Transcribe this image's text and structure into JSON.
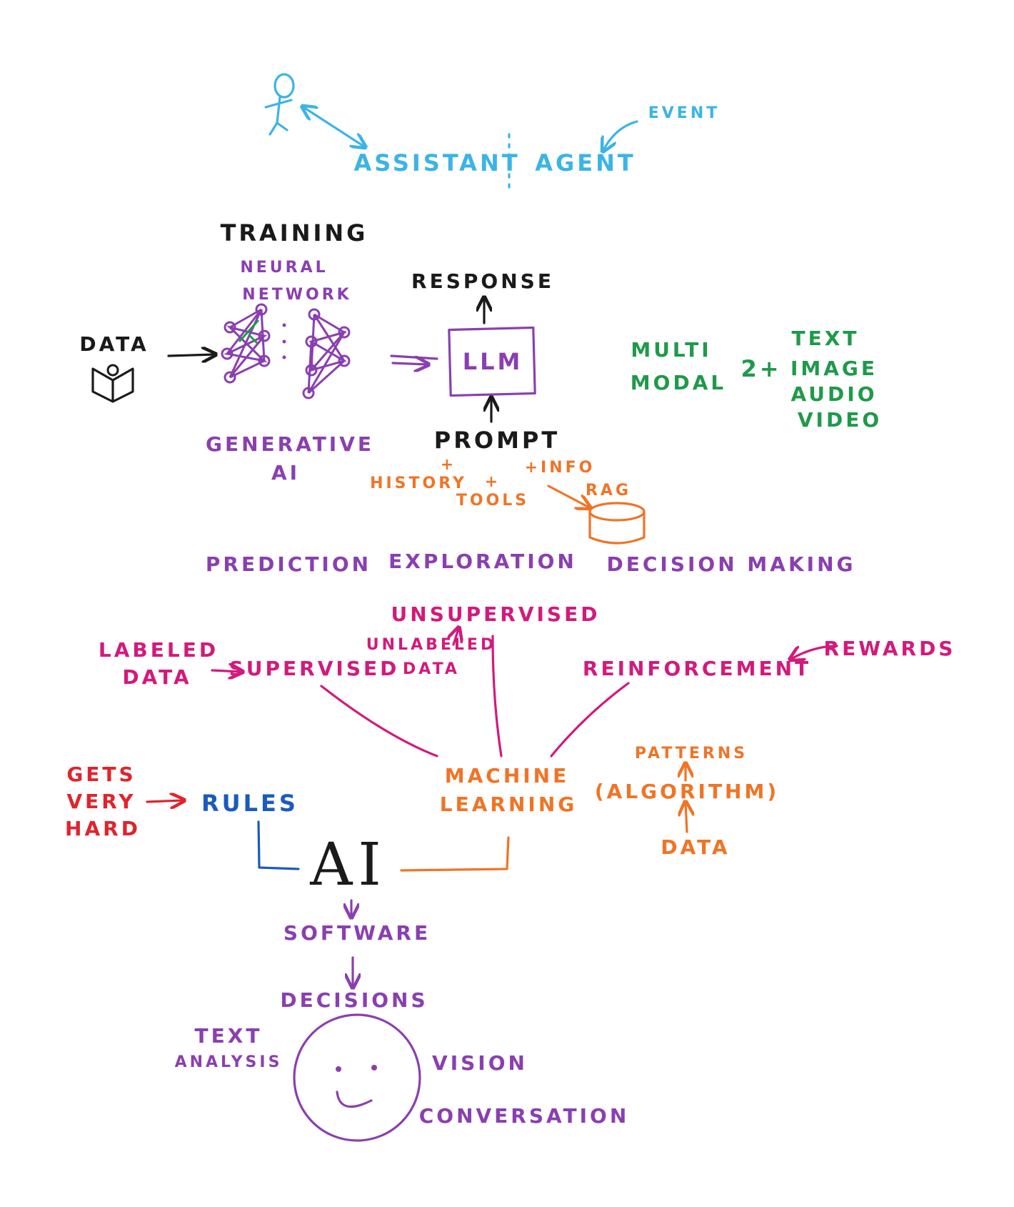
{
  "colors": {
    "cyan": "#3bb4e6",
    "black": "#1a1a1a",
    "purple": "#8a3fb0",
    "green": "#1f9a4a",
    "orange": "#f07426",
    "pink": "#d21a7c",
    "red": "#e0242d",
    "blue": "#1a5bbf"
  },
  "icons": [
    "person-icon",
    "book-icon",
    "neural-network-icon",
    "database-icon",
    "smiley-face-icon"
  ],
  "agents": {
    "assistant": "ASSISTANT",
    "agent": "AGENT",
    "event": "EVENT"
  },
  "genai": {
    "training": "TRAINING",
    "neural": "NEURAL",
    "network": "NETWORK",
    "data": "DATA",
    "generative": "GENERATIVE",
    "ai": "AI",
    "response": "RESPONSE",
    "llm": "LLM",
    "prompt": "PROMPT",
    "history": "HISTORY",
    "history_plus": "+",
    "tools_plus": "+",
    "tools": "TOOLS",
    "info": "+INFO",
    "rag": "RAG"
  },
  "multimodal": {
    "multi": "MULTI",
    "modal": "MODAL",
    "count": "2+",
    "modes": [
      "TEXT",
      "IMAGE",
      "AUDIO",
      "VIDEO"
    ]
  },
  "uses": [
    "PREDICTION",
    "EXPLORATION",
    "DECISION MAKING"
  ],
  "ml": {
    "labeled": "LABELED",
    "labeled_data": "DATA",
    "supervised": "SUPERVISED",
    "unsupervised": "UNSUPERVISED",
    "unlabeled": "UNLABELED",
    "unlabeled_data": "DATA",
    "reinforcement": "REINFORCEMENT",
    "rewards": "REWARDS",
    "machine": "MACHINE",
    "learning": "LEARNING",
    "patterns": "PATTERNS",
    "algorithm": "(ALGORITHM)",
    "data": "DATA"
  },
  "rules": {
    "gets": "GETS",
    "very": "VERY",
    "hard": "HARD",
    "rules": "RULES"
  },
  "core": {
    "ai": "AI",
    "software": "SOFTWARE",
    "decisions": "DECISIONS",
    "text": "TEXT",
    "analysis": "ANALYSIS",
    "vision": "VISION",
    "conversation": "CONVERSATION"
  }
}
